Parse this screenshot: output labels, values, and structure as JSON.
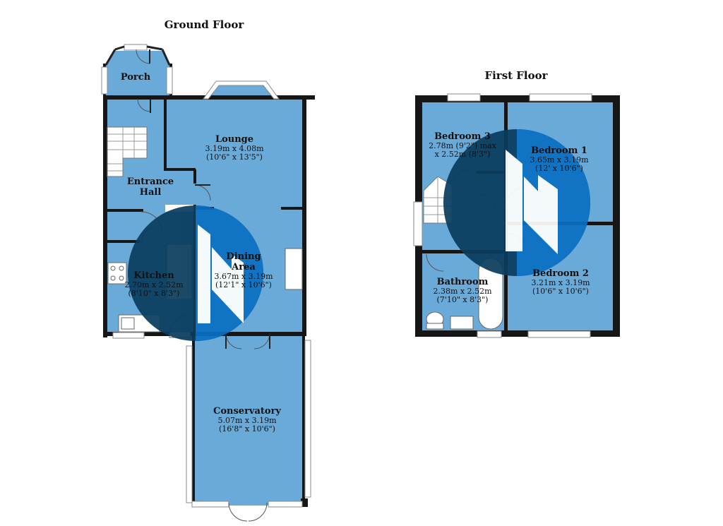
{
  "floors": {
    "ground": {
      "title": "Ground Floor",
      "rooms": {
        "porch": {
          "name": "Porch"
        },
        "lounge": {
          "name": "Lounge",
          "dim_m": "3.19m x 4.08m",
          "dim_ft": "(10'6\" x 13'5\")"
        },
        "entrance_hall": {
          "name_1": "Entrance",
          "name_2": "Hall"
        },
        "dining": {
          "name_1": "Dining",
          "name_2": "Area",
          "dim_m": "3.67m x 3.19m",
          "dim_ft": "(12'1\" x 10'6\")"
        },
        "kitchen": {
          "name": "Kitchen",
          "dim_m": "2.70m x 2.52m",
          "dim_ft": "(8'10\" x 8'3\")"
        },
        "conservatory": {
          "name": "Conservatory",
          "dim_m": "5.07m x 3.19m",
          "dim_ft": "(16'8\" x 10'6\")"
        }
      }
    },
    "first": {
      "title": "First Floor",
      "rooms": {
        "bedroom3": {
          "name": "Bedroom 3",
          "dim_1": "2.78m (9'2\") max",
          "dim_2": "x 2.52m (8'3\")"
        },
        "bedroom1": {
          "name": "Bedroom 1",
          "dim_m": "3.65m x 3.19m",
          "dim_ft": "(12' x 10'6\")"
        },
        "bedroom2": {
          "name": "Bedroom 2",
          "dim_m": "3.21m x 3.19m",
          "dim_ft": "(10'6\" x 10'6\")"
        },
        "bathroom": {
          "name": "Bathroom",
          "dim_m": "2.38m x 2.52m",
          "dim_ft": "(7'10\" x 8'3\")"
        }
      }
    }
  },
  "colors": {
    "room_fill": "#6aaad8",
    "wall": "#161616",
    "watermark_dark": "#0a3d5e",
    "watermark_blue": "#0a6fc2",
    "background": "#ffffff"
  },
  "icons": {
    "watermark": "agent-logo-watermark"
  }
}
